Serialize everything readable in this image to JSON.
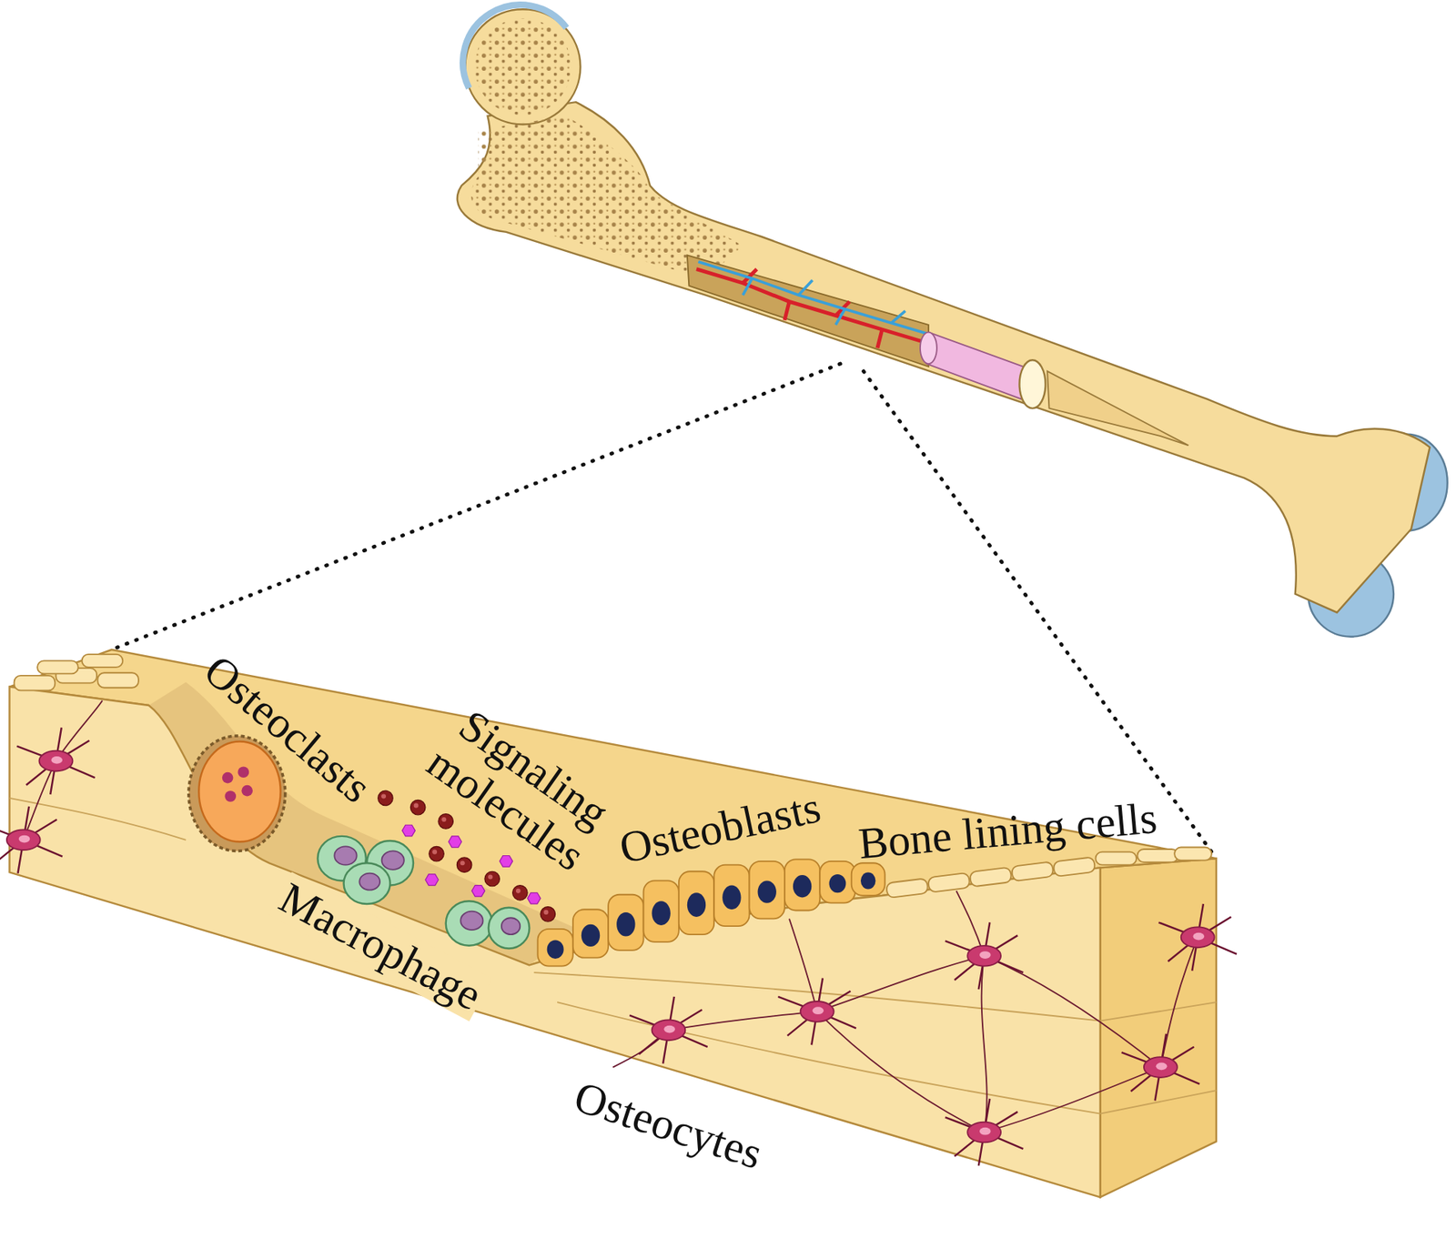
{
  "diagram": {
    "labels": [
      "Osteoclasts",
      "Signaling molecules",
      "Osteoblasts",
      "Bone lining cells",
      "Macrophage",
      "Osteocytes"
    ]
  }
}
